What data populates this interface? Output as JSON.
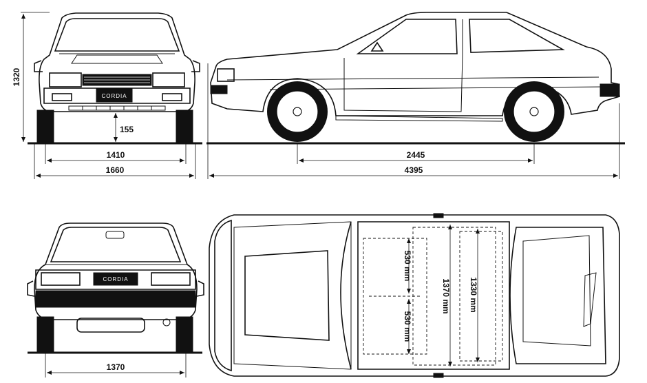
{
  "dimensions": {
    "height": "1320",
    "ground_clearance": "155",
    "front_track": "1410",
    "width": "1660",
    "wheelbase": "2445",
    "length": "4395",
    "rear_track": "1370"
  },
  "cabin": {
    "front_seat_width": "530 mm",
    "rear_seat_width": "530 mm",
    "front_shoulder_width": "1370 mm",
    "rear_shoulder_width": "1330 mm"
  },
  "badge": {
    "front": "CORDIA",
    "rear": "CORDIA"
  }
}
